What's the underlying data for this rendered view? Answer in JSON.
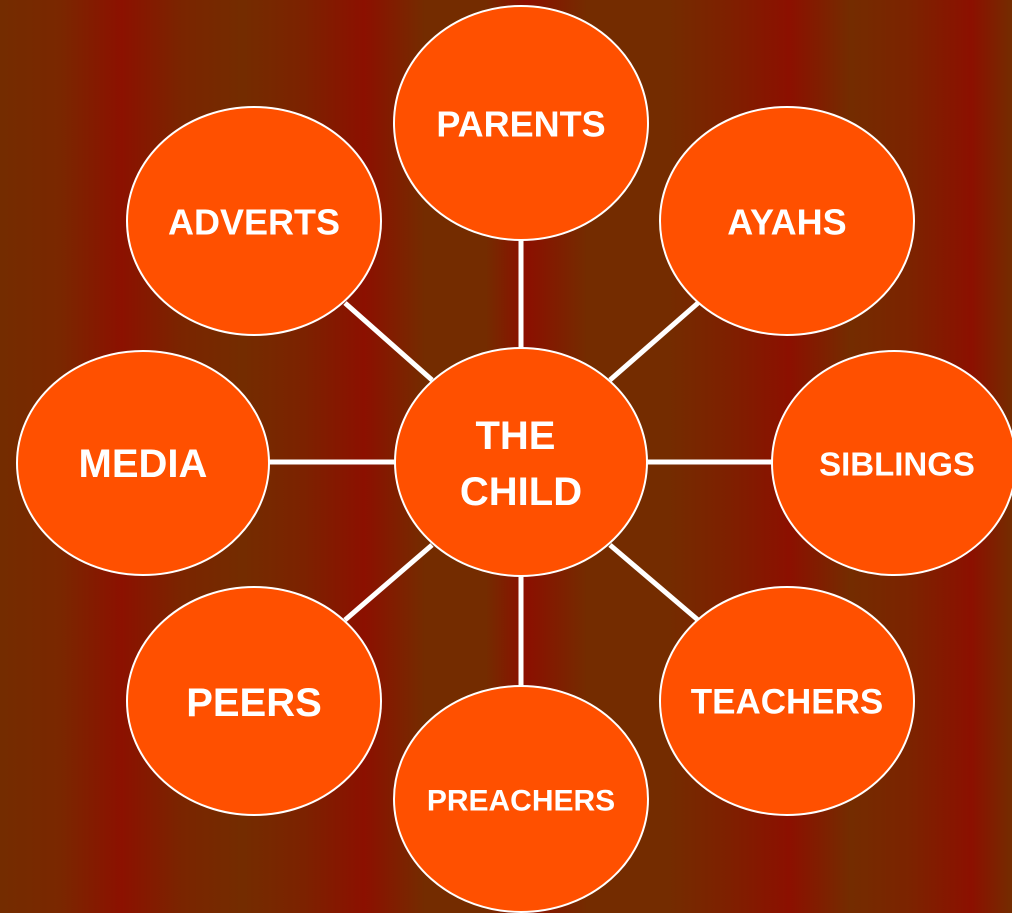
{
  "diagram": {
    "center": "THE CHILD",
    "center_lines": [
      "THE",
      "CHILD"
    ],
    "nodes": [
      "PARENTS",
      "AYAHS",
      "SIBLINGS",
      "TEACHERS",
      "PREACHERS",
      "PEERS",
      "MEDIA",
      "ADVERTS"
    ]
  },
  "colors": {
    "node_fill": "#ff5000",
    "node_stroke": "#ffffff",
    "connector": "#ffffff",
    "text": "#ffffff"
  }
}
